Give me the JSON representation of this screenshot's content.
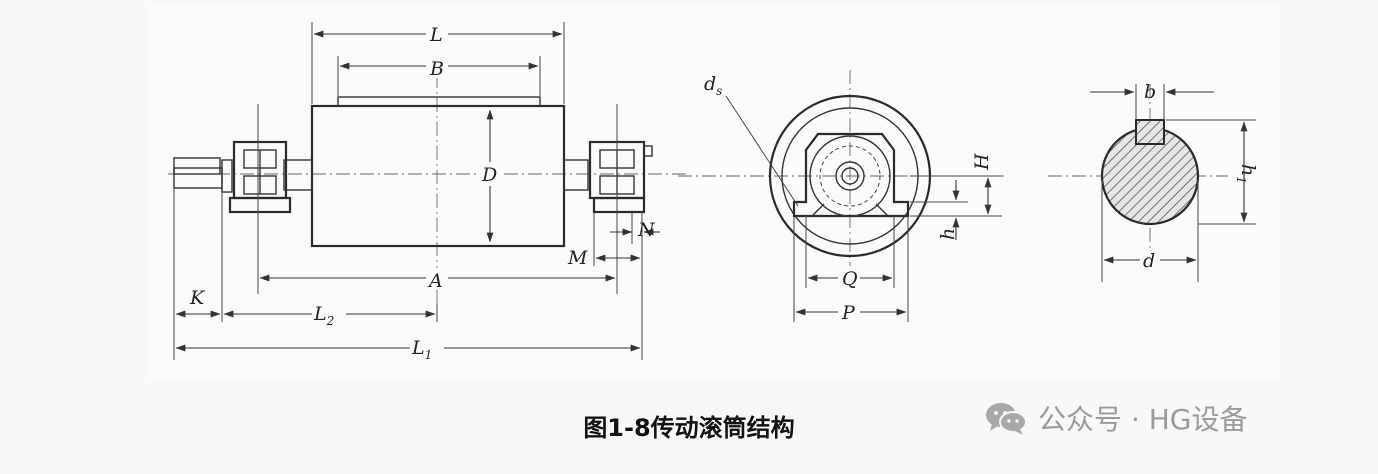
{
  "caption": "图1-8传动滚筒结构",
  "watermark": {
    "text": "公众号 · HG设备",
    "icon": "wechat-icon"
  },
  "labels": {
    "L": "L",
    "B": "B",
    "D": "D",
    "A": "A",
    "M": "M",
    "N": "N",
    "K": "K",
    "L2": "L",
    "L2_sub": "2",
    "L1": "L",
    "L1_sub": "1",
    "ds": "d",
    "ds_sub": "s",
    "H": "H",
    "h": "h",
    "Q": "Q",
    "P": "P",
    "b": "b",
    "h1": "h",
    "h1_sub": "1",
    "d": "d"
  }
}
